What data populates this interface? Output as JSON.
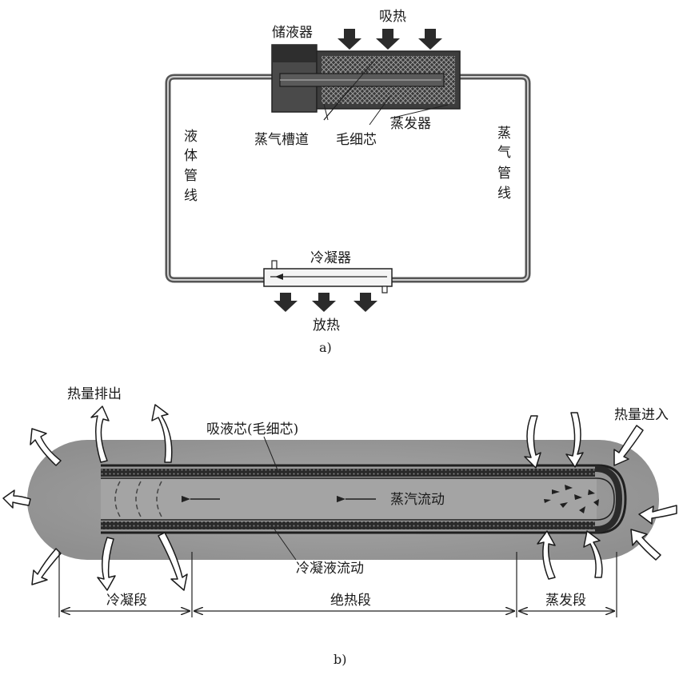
{
  "diagram_a": {
    "caption": "a)",
    "labels": {
      "reservoir": "储液器",
      "absorb_heat": "吸热",
      "vapor_grooves": "蒸气槽道",
      "capillary_wick": "毛细芯",
      "evaporator": "蒸发器",
      "liquid_line": [
        "液",
        "体",
        "管",
        "线"
      ],
      "vapor_line": [
        "蒸",
        "气",
        "管",
        "线"
      ],
      "condenser": "冷凝器",
      "release_heat": "放热"
    }
  },
  "diagram_b": {
    "caption": "b)",
    "labels": {
      "heat_out": "热量排出",
      "heat_in": "热量进入",
      "wick": "吸液芯(毛细芯)",
      "vapor_flow": "蒸汽流动",
      "condensate_flow": "冷凝液流动"
    },
    "sections": {
      "condenser": "冷凝段",
      "adiabatic": "绝热段",
      "evaporator": "蒸发段"
    }
  }
}
